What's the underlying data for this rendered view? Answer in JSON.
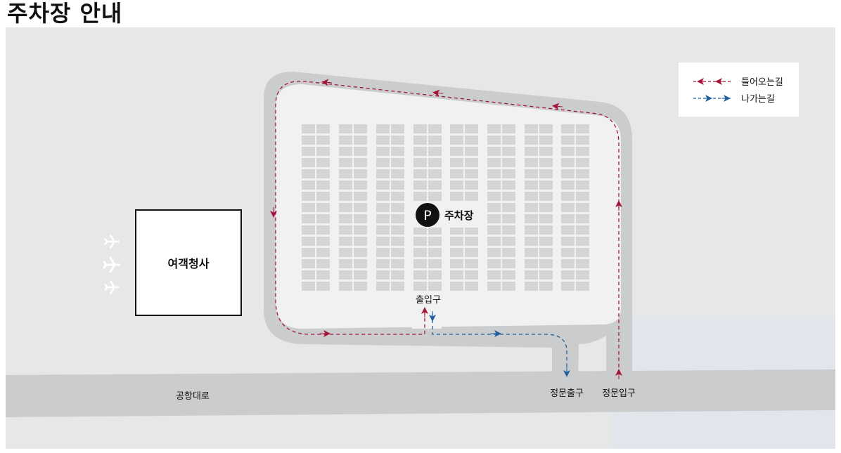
{
  "page": {
    "title": "주차장 안내"
  },
  "labels": {
    "terminal": "여객청사",
    "parking": "주차장",
    "parking_symbol": "P",
    "entrance_exit": "출입구",
    "road": "공항대로",
    "main_gate_exit": "정문출구",
    "main_gate_entrance": "정문입구"
  },
  "legend": {
    "items": [
      {
        "label": "들어오는길",
        "color": "#a3163a"
      },
      {
        "label": "나가는길",
        "color": "#1f5f9e"
      }
    ]
  },
  "colors": {
    "background": "#e6e7e9",
    "road": "#cbccce",
    "lot_surface": "#f1f1f2",
    "parking_space": "#d4d5d7",
    "incoming": "#a3163a",
    "outgoing": "#1f5f9e",
    "terminal_border": "#111111"
  },
  "icons": [
    "airplane-icon",
    "airplane-icon",
    "airplane-icon",
    "parking-icon"
  ]
}
